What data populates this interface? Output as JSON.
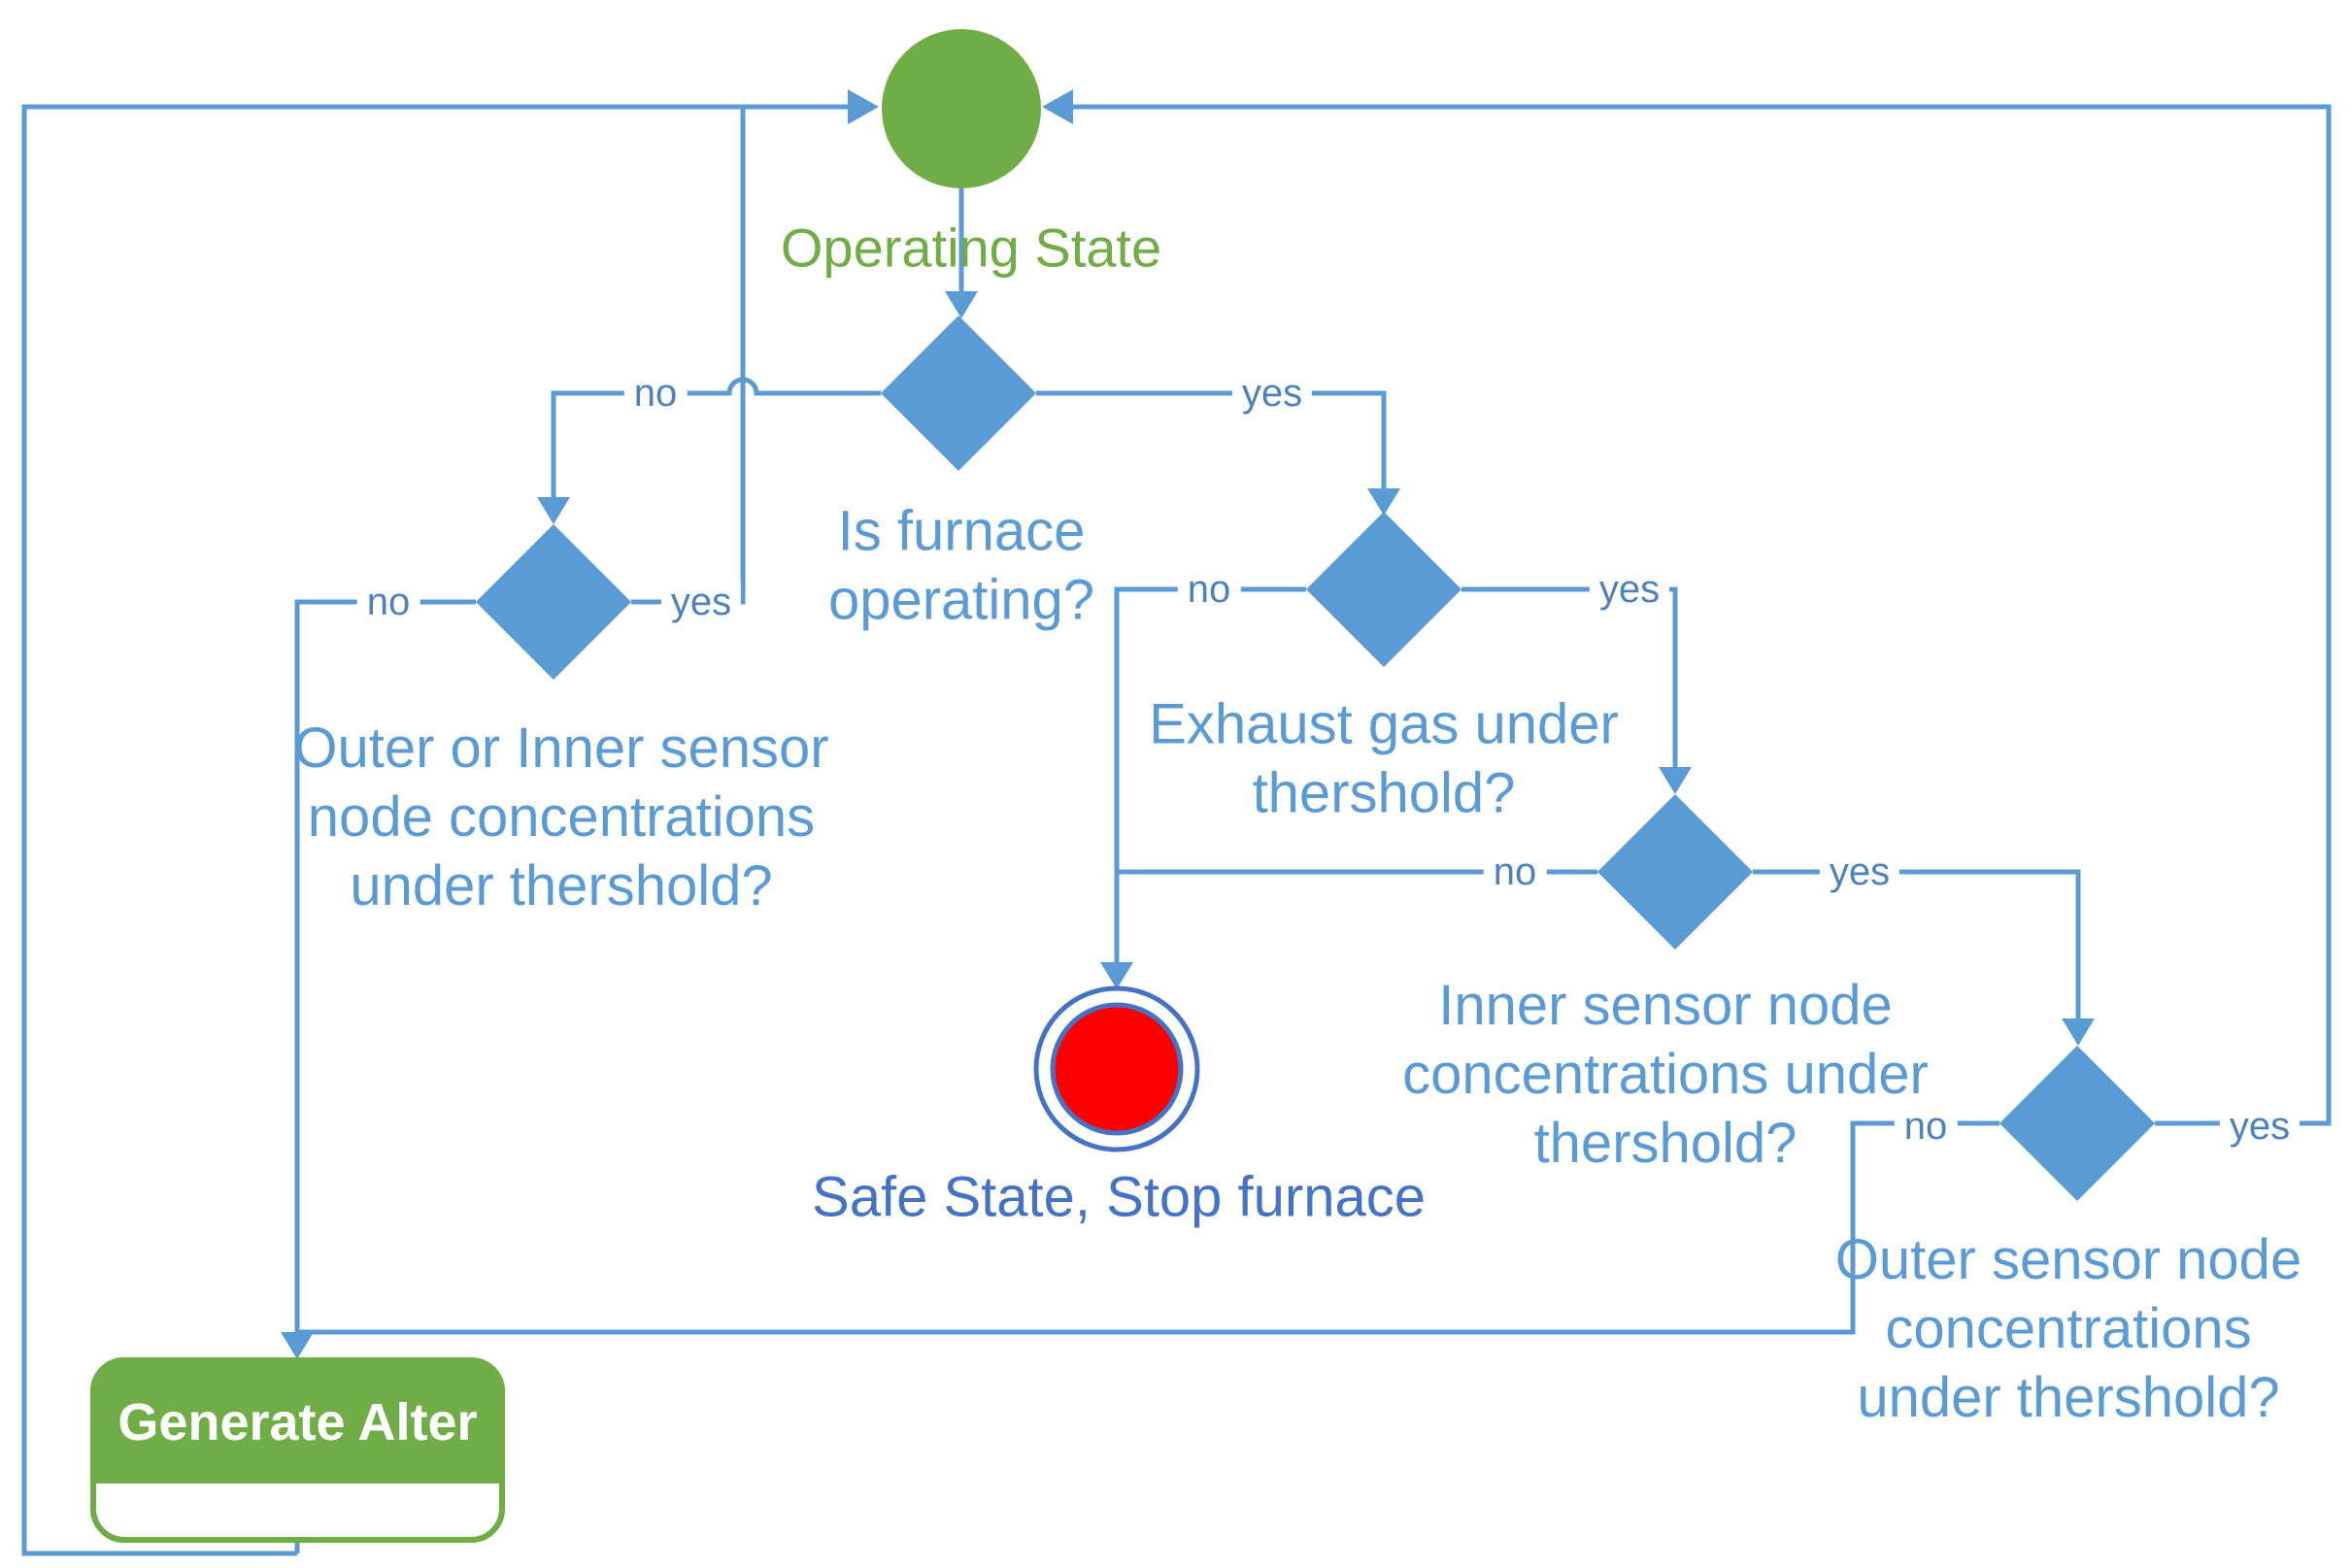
{
  "colors": {
    "green": "#70ad47",
    "flow_blue": "#5b9bd5",
    "edge_label_blue": "#4f81bd",
    "dark_blue": "#4472c4",
    "red": "#ff0000"
  },
  "nodes": {
    "start": {
      "label": "Operating State"
    },
    "decision_furnace": {
      "question": "Is furnace\noperating?",
      "no_label": "no",
      "yes_label": "yes"
    },
    "decision_outer_inner": {
      "question": "Outer or Inner sensor\nnode concentrations\nunder thershold?",
      "no_label": "no",
      "yes_label": "yes"
    },
    "decision_exhaust": {
      "question": "Exhaust gas under\nthershold?",
      "no_label": "no",
      "yes_label": "yes"
    },
    "decision_inner": {
      "question": "Inner sensor node\nconcentrations under\nthershold?",
      "no_label": "no",
      "yes_label": "yes"
    },
    "decision_outer": {
      "question": "Outer sensor node\nconcentrations\nunder thershold?",
      "no_label": "no",
      "yes_label": "yes"
    },
    "safe_state": {
      "label": "Safe State, Stop furnace"
    },
    "generate_alert": {
      "label": "Generate Alter"
    }
  }
}
